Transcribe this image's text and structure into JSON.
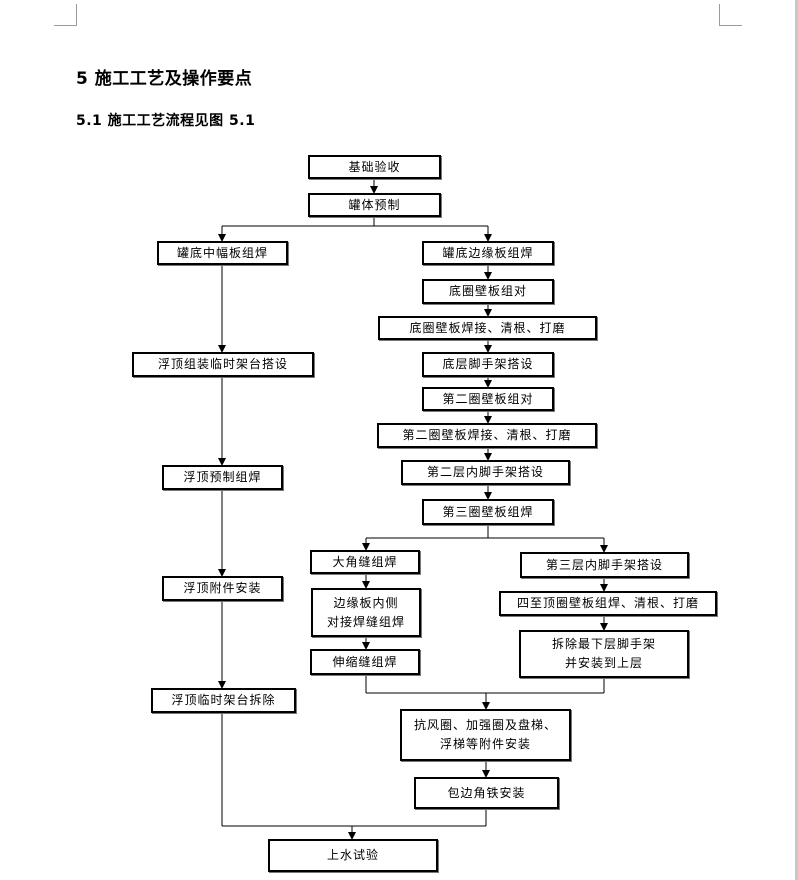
{
  "document": {
    "heading": "5 施工工艺及操作要点",
    "subheading": "5.1 施工工艺流程见图 5.1"
  },
  "flowchart": {
    "steps": {
      "s1": "基础验收",
      "s2": "罐体预制",
      "s3": "罐底中幅板组焊",
      "s4": "罐底边缘板组焊",
      "s5": "底圈壁板组对",
      "s6": "底圈壁板焊接、清根、打磨",
      "s7": "底层脚手架搭设",
      "s8": "第二圈壁板组对",
      "s9": "第二圈壁板焊接、清根、打磨",
      "s10": "第二层内脚手架搭设",
      "s11": "第三圈壁板组焊",
      "s12": "浮顶组装临时架台搭设",
      "s13": "浮顶预制组焊",
      "s14": "浮顶附件安装",
      "s15": "浮顶临时架台拆除",
      "s16": "大角缝组焊",
      "s17": "边缘板内侧\n对接焊缝组焊",
      "s18": "伸缩缝组焊",
      "s19": "第三层内脚手架搭设",
      "s20": "四至顶圈壁板组焊、清根、打磨",
      "s21": "拆除最下层脚手架\n并安装到上层",
      "s22": "抗风圈、加强圈及盘梯、\n浮梯等附件安装",
      "s23": "包边角铁安装",
      "s24": "上水试验"
    }
  }
}
